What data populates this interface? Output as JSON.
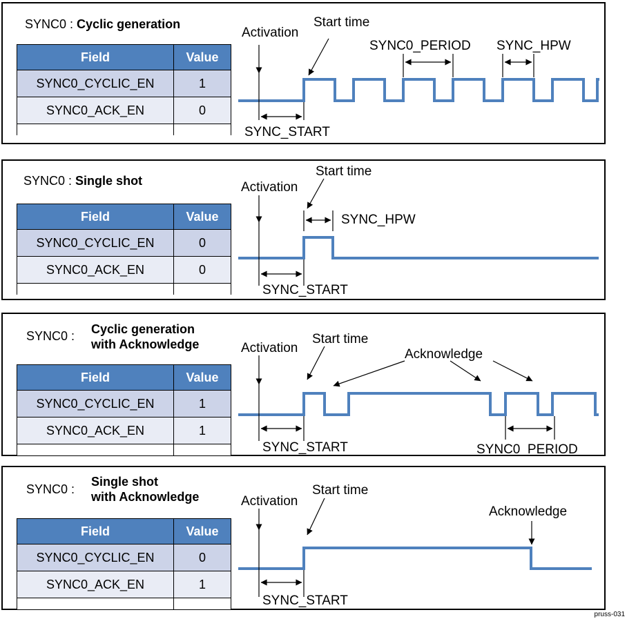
{
  "footer": "pruss-031",
  "colors": {
    "table_header_bg": "#4f81bd",
    "table_row1_bg": "#ccd3e8",
    "table_row2_bg": "#e9ecf5",
    "waveform_blue": "#4f81bd",
    "line_black": "#000000"
  },
  "table_header": {
    "field": "Field",
    "value": "Value"
  },
  "panels": [
    {
      "title_prefix": "SYNC0 :",
      "title_bold": "Cyclic generation",
      "table": {
        "rows": [
          {
            "field": "SYNC0_CYCLIC_EN",
            "value": "1"
          },
          {
            "field": "SYNC0_ACK_EN",
            "value": "0"
          }
        ]
      },
      "labels": {
        "activation": "Activation",
        "start_time": "Start time",
        "sync0_period": "SYNC0_PERIOD",
        "sync_hpw": "SYNC_HPW",
        "sync_start": "SYNC_START"
      },
      "waveform_points": "341,141 436,141 436,110 481,110 481,141 508,141 508,110 553,110 553,141 580,141 580,110 625,110 625,141 652,141 652,110 697,110 697,141 724,141 724,110 769,110 769,141 796,141 796,110 841,110 841,141 861,141 861,110 864,110"
    },
    {
      "title_prefix": "SYNC0 :",
      "title_bold": "Single shot",
      "table": {
        "rows": [
          {
            "field": "SYNC0_CYCLIC_EN",
            "value": "0"
          },
          {
            "field": "SYNC0_ACK_EN",
            "value": "0"
          }
        ]
      },
      "labels": {
        "activation": "Activation",
        "start_time": "Start time",
        "sync_hpw": "SYNC_HPW",
        "sync_start": "SYNC_START"
      },
      "waveform_points": "341,141 436,141 436,111 478,111 478,141 863,141"
    },
    {
      "title_prefix": "SYNC0 :",
      "title_bold": "Cyclic generation",
      "title_bold2": "with Acknowledge",
      "table": {
        "rows": [
          {
            "field": "SYNC0_CYCLIC_EN",
            "value": "1"
          },
          {
            "field": "SYNC0_ACK_EN",
            "value": "1"
          }
        ]
      },
      "labels": {
        "activation": "Activation",
        "start_time": "Start time",
        "acknowledge": "Acknowledge",
        "sync_start": "SYNC_START",
        "sync0_period": "SYNC0_PERIOD"
      },
      "waveform_points": "341,146 436,146 436,115 466,115 466,146 501,146 501,115 706,115 706,146 728,146 728,115 775,115 775,146 796,146 796,115 858,115 858,146 863,146"
    },
    {
      "title_prefix": "SYNC0 :",
      "title_bold": "Single shot",
      "title_bold2": "with Acknowledge",
      "table": {
        "rows": [
          {
            "field": "SYNC0_CYCLIC_EN",
            "value": "0"
          },
          {
            "field": "SYNC0_ACK_EN",
            "value": "1"
          }
        ]
      },
      "labels": {
        "activation": "Activation",
        "start_time": "Start time",
        "acknowledge": "Acknowledge",
        "sync_start": "SYNC_START"
      },
      "waveform_points": "341,147 436,147 436,117 765,117 765,147 853,147"
    }
  ]
}
